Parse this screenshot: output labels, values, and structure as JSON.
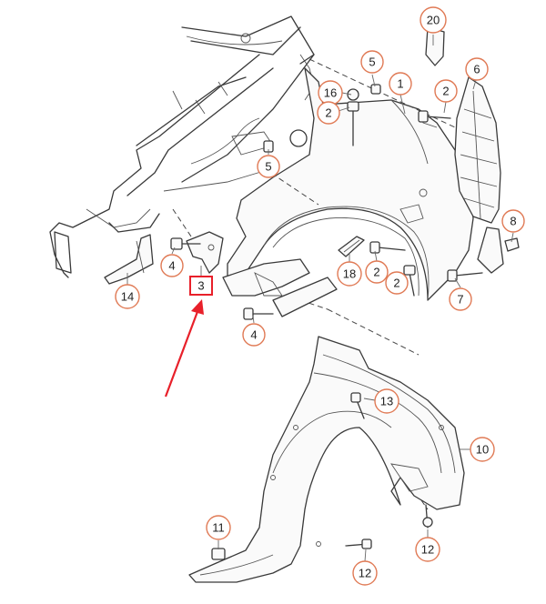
{
  "accent_color": "#e07a55",
  "highlight_color": "#e8202a",
  "callouts": {
    "c1": "1",
    "c2a": "2",
    "c2b": "2",
    "c2c": "2",
    "c2d": "2",
    "c3": "3",
    "c4a": "4",
    "c4b": "4",
    "c5a": "5",
    "c5b": "5",
    "c6": "6",
    "c7": "7",
    "c8": "8",
    "c10": "10",
    "c11": "11",
    "c12a": "12",
    "c12b": "12",
    "c13": "13",
    "c14": "14",
    "c16": "16",
    "c18": "18",
    "c20": "20"
  }
}
